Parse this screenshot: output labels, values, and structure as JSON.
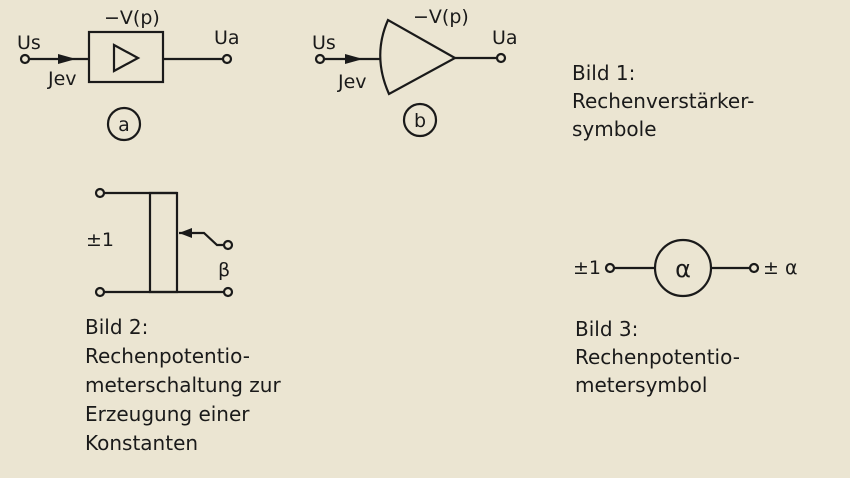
{
  "colors": {
    "paper": "#ebe5d2",
    "ink": "#1a1a1a"
  },
  "fig_a": {
    "input": "Us",
    "output": "Ua",
    "gain": "−V(p)",
    "current": "Jev",
    "tag": "a"
  },
  "fig_b": {
    "input": "Us",
    "output": "Ua",
    "gain": "−V(p)",
    "current": "Jev",
    "tag": "b"
  },
  "caption1": [
    "Bild 1:",
    "Rechenverstärker-",
    "symbole"
  ],
  "fig2": {
    "input": "±1",
    "output": "β"
  },
  "caption2": [
    "Bild 2:",
    "Rechenpotentio-",
    "meterschaltung zur",
    "Erzeugung einer",
    "Konstanten"
  ],
  "fig3": {
    "input": "±1",
    "symbol": "α",
    "output": "± α"
  },
  "caption3": [
    "Bild 3:",
    "Rechenpotentio-",
    "metersymbol"
  ]
}
